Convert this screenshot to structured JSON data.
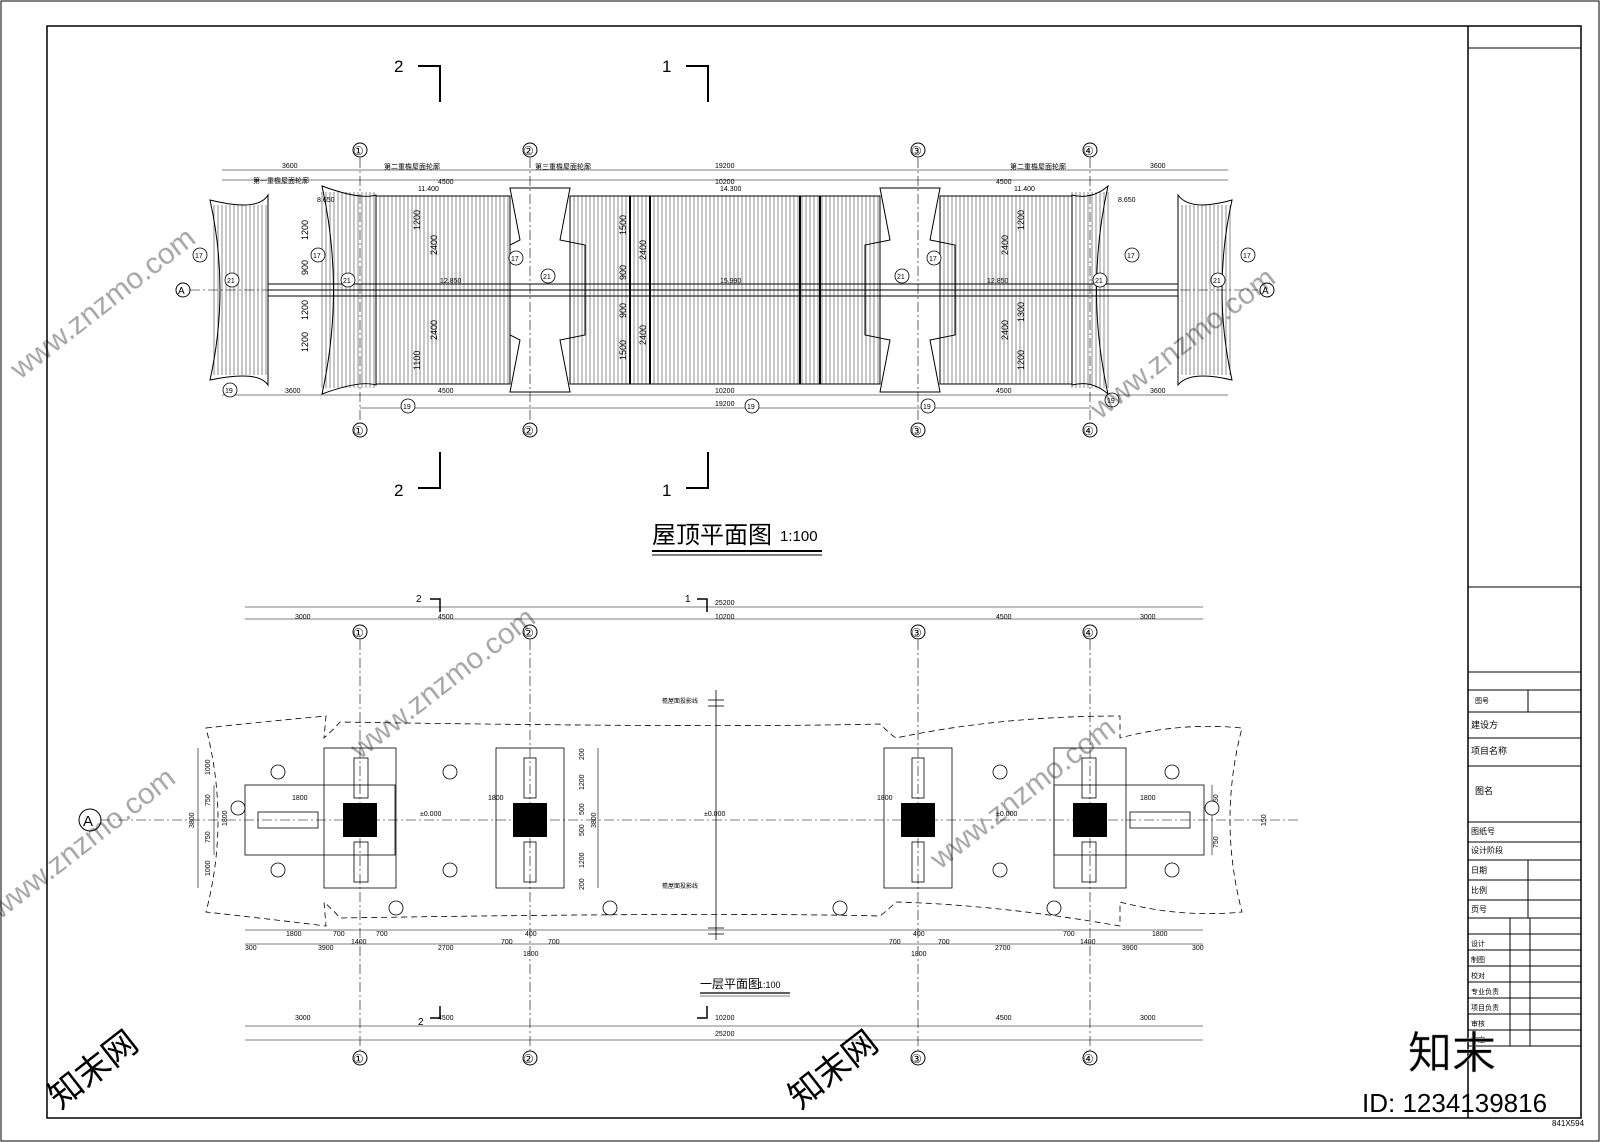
{
  "roof_plan": {
    "title": "屋顶平面图",
    "scale": "1:100",
    "section_marks": {
      "left": "2",
      "right": "1"
    },
    "axis_labels": [
      "①",
      "②",
      "③",
      "④"
    ],
    "axis_row": "A",
    "overall_dim": "19200",
    "span_dims": [
      "3600",
      "4500",
      "10200",
      "4500",
      "3600"
    ],
    "elevations": {
      "e1": "8.650",
      "e2": "11.400",
      "e3": "14.300",
      "e4": "12.850",
      "e5": "15.990",
      "e6": "12.850",
      "e7": "11.400",
      "e8": "8.650"
    },
    "annotations": {
      "a1": "第一重檐屋面轮廓",
      "a2": "第二重檐屋面轮廓",
      "a3": "第三重檐屋面轮廓",
      "a4": "第二重檐屋面轮廓"
    },
    "vertical_dims": {
      "left": [
        "1200",
        "900",
        "1200",
        "1200",
        "1200",
        "1100"
      ],
      "inner": [
        "2400",
        "2400"
      ],
      "mid": [
        "1500",
        "900",
        "900",
        "1500"
      ],
      "midtotal": [
        "2400",
        "2400"
      ],
      "right": [
        "1200",
        "1300",
        "1200"
      ],
      "righttotal": [
        "2400",
        "2400"
      ]
    },
    "bubbles": [
      "17",
      "21",
      "19"
    ]
  },
  "floor_plan": {
    "title": "一层平面图",
    "scale": "1:100",
    "axis_labels": [
      "①",
      "②",
      "③",
      "④"
    ],
    "axis_row": "A",
    "overall_top": "25200",
    "overall_bottom": "25200",
    "spans_top": [
      "3000",
      "4500",
      "10200",
      "4500",
      "3000"
    ],
    "spans_bottom": [
      "3000",
      "4500",
      "10200",
      "4500",
      "3000"
    ],
    "elevation": "±0.000",
    "eave_label": "檐屋面投影线",
    "left_vert": [
      "1000",
      "750",
      "1800",
      "750",
      "1000",
      "3800"
    ],
    "right_vert": [
      "750",
      "150",
      "750"
    ],
    "inner_vert": [
      "200",
      "1200",
      "500",
      "500",
      "1200",
      "200",
      "3800"
    ],
    "bottom_row1": [
      "1800",
      "700",
      "1400",
      "700",
      "400",
      "700",
      "700",
      "400",
      "700",
      "700",
      "1400",
      "700",
      "1800"
    ],
    "bottom_row2": [
      "300",
      "3900",
      "2700",
      "1800",
      "1800",
      "2700",
      "3900",
      "300"
    ],
    "bench_dim": "1800",
    "section_marks": {
      "left": "2",
      "right": "1"
    }
  },
  "title_block": {
    "rows": [
      "建设方",
      "项目名称",
      "图名",
      "图纸号",
      "设计阶段",
      "日期",
      "比例",
      "页号"
    ],
    "small_rows": [
      "设计",
      "制图",
      "校对",
      "专业负责",
      "项目负责",
      "审核",
      "审定"
    ],
    "sheet_size": "841X594",
    "label_top": "图号"
  },
  "watermark": {
    "text": "www.znzmo.com",
    "brand": "知末网",
    "logo": "知末",
    "id": "ID: 1234139816"
  },
  "colors": {
    "line": "#000000",
    "watermark": "#b8b8b8",
    "fill": "#000000"
  }
}
